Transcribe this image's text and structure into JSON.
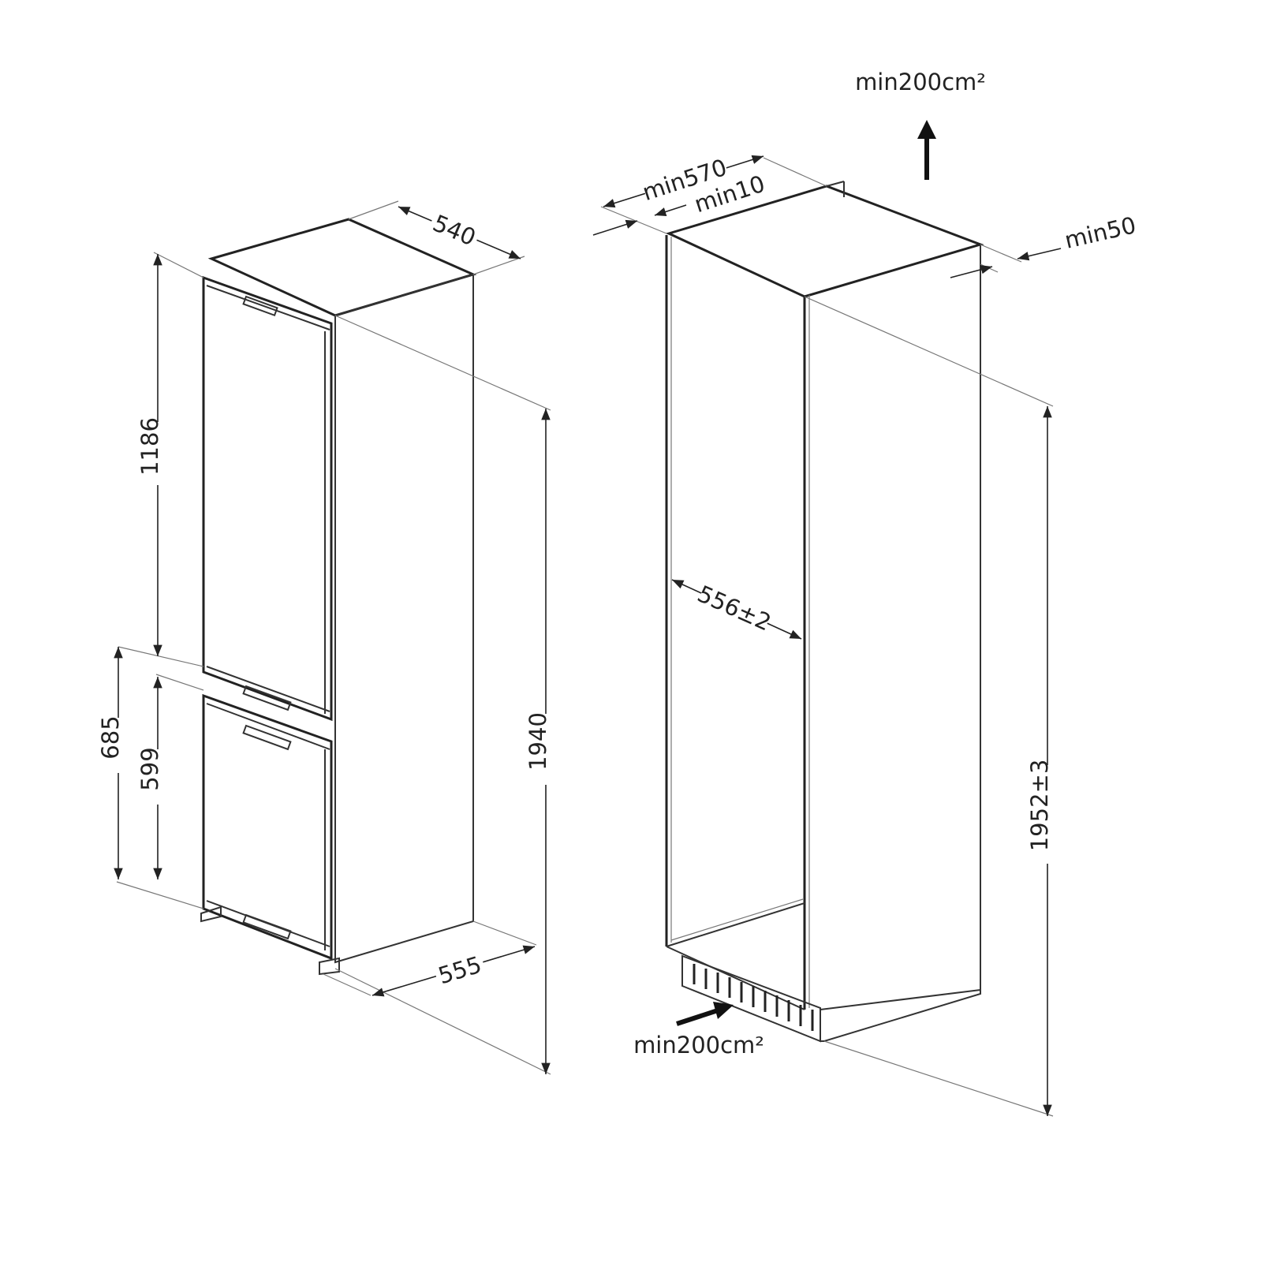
{
  "appliance": {
    "width_label": "540",
    "depth_label": "555",
    "height_label": "1940",
    "upper_door_label": "1186",
    "lower_section_label": "685",
    "lower_door_label": "599"
  },
  "niche": {
    "depth_label": "min570",
    "top_gap_label": "min10",
    "rear_gap_label": "min50",
    "width_label": "556±2",
    "height_label": "1952±3",
    "top_vent_label": "min200cm²",
    "bottom_vent_label": "min200cm²"
  },
  "colors": {
    "line": "#222222",
    "extension_line": "#777777"
  }
}
